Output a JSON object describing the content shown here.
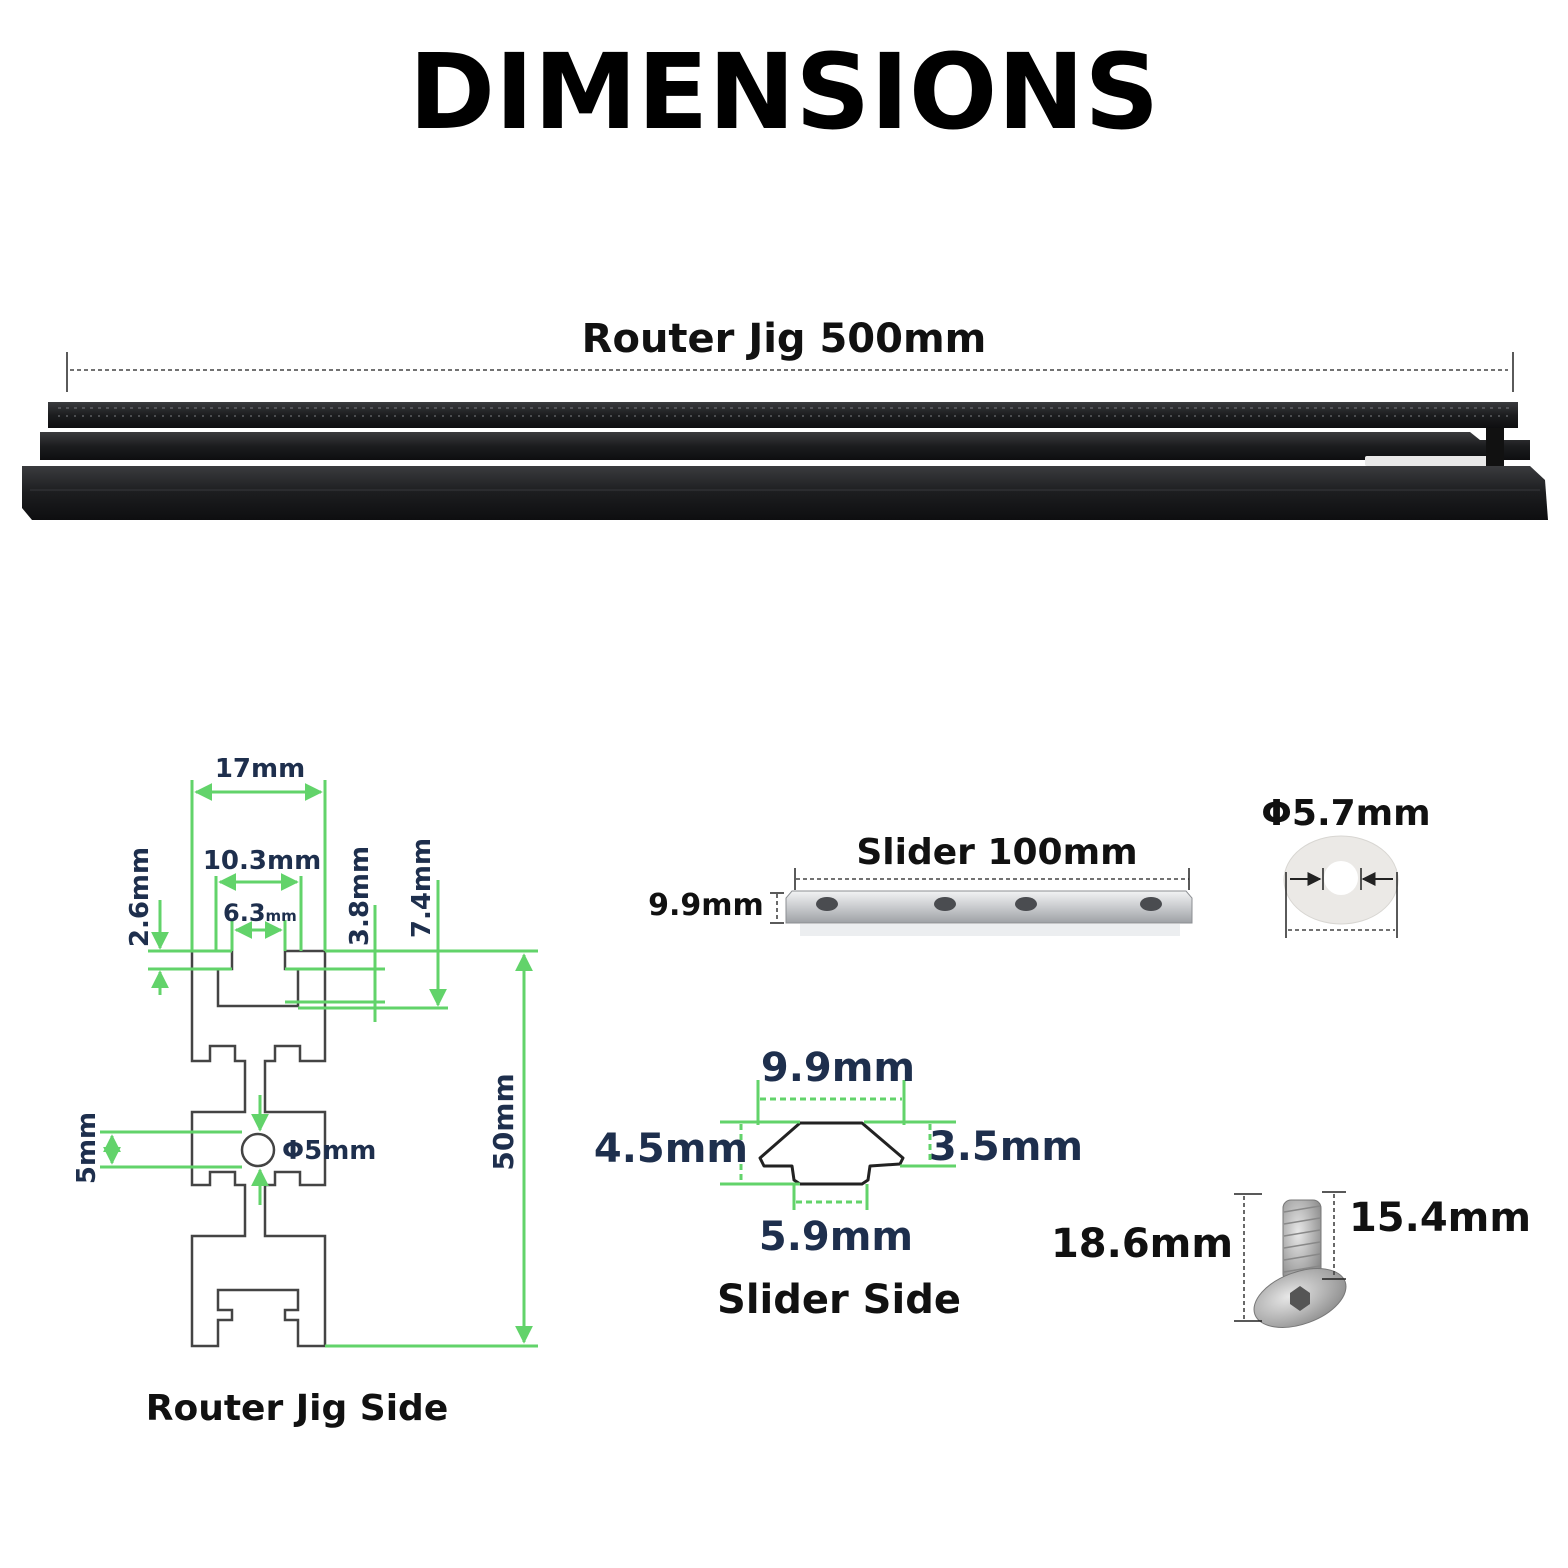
{
  "title": "DIMENSIONS",
  "router_jig": {
    "length_label": "Router Jig 500mm",
    "side_label": "Router Jig Side",
    "dims": {
      "width_top": "17mm",
      "slot_width": "10.3mm",
      "slot_opening": "6.3",
      "slot_opening_unit": "mm",
      "lip_height": "2.6mm",
      "slot_depth_a": "3.8mm",
      "slot_depth_b": "7.4mm",
      "hole_dia": "Φ5mm",
      "hole_offset": "5mm",
      "height": "50mm"
    }
  },
  "slider": {
    "length_label": "Slider 100mm",
    "height_label": "9.9mm",
    "side_label": "Slider Side",
    "side_dims": {
      "top": "9.9mm",
      "left": "4.5mm",
      "right": "3.5mm",
      "bottom": "5.9mm"
    }
  },
  "washer": {
    "dia_label": "Φ5.7mm"
  },
  "screw": {
    "total": "18.6mm",
    "shank": "15.4mm"
  },
  "colors": {
    "dimension_green": "#62d36a",
    "label_navy": "#1e2f4d",
    "rail_black": "#1c1d1f"
  }
}
